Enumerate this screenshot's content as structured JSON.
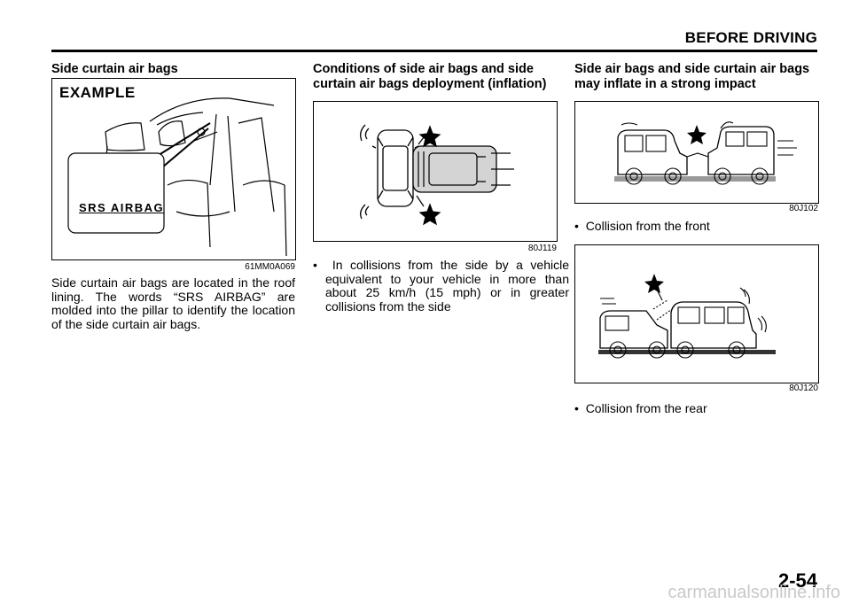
{
  "header": {
    "title": "BEFORE DRIVING"
  },
  "col1": {
    "heading": "Side curtain air bags",
    "figure": {
      "example_label": "EXAMPLE",
      "srs_label": "SRS AIRBAG",
      "code": "61MM0A069"
    },
    "body": "Side curtain air bags are located in the roof lining. The words “SRS AIRBAG” are molded into the pillar to identify the location of the side curtain air bags."
  },
  "col2": {
    "heading": "Conditions of side air bags and side curtain air bags deployment (inflation)",
    "figure": {
      "code": "80J119"
    },
    "bullet": "In collisions from the side by a vehicle equivalent to your vehicle in more than about 25 km/h (15 mph) or in greater collisions from the side"
  },
  "col3": {
    "heading": "Side air bags and side curtain air bags may inflate in a strong impact",
    "figure1": {
      "code": "80J102",
      "caption": "Collision from the front"
    },
    "figure2": {
      "code": "80J120",
      "caption": "Collision from the rear"
    }
  },
  "page_number": "2-54",
  "watermark": "carmanualsonline.info"
}
